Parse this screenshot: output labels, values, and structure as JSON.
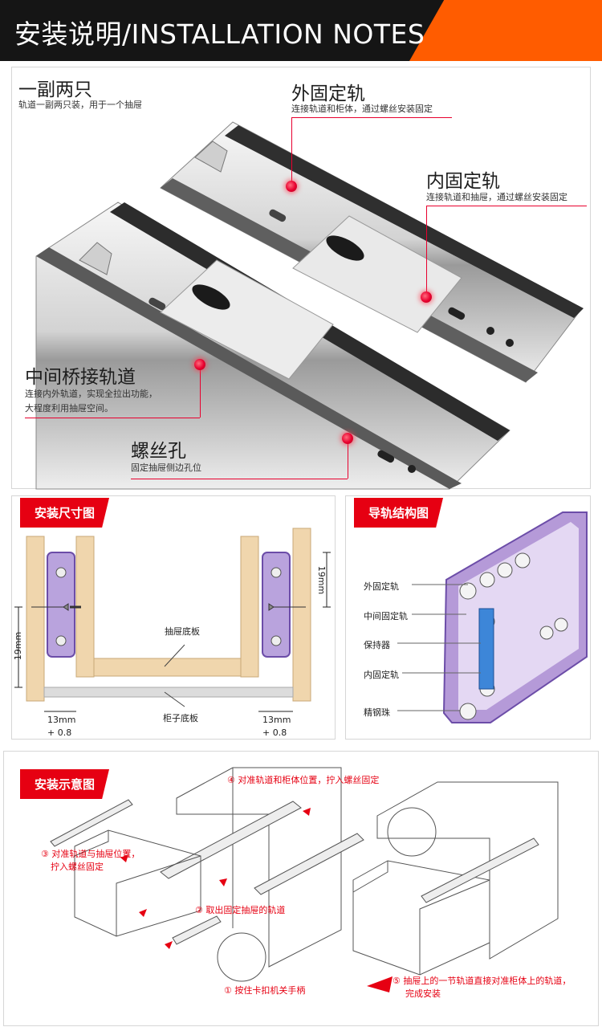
{
  "header": {
    "title": "安装说明/INSTALLATION NOTES",
    "accent_color": "#ff5c00"
  },
  "hero": {
    "callouts": [
      {
        "title": "一副两只",
        "desc": [
          "轨道一副两只装，用于一个抽屉"
        ]
      },
      {
        "title": "外固定轨",
        "desc": [
          "连接轨道和柜体，通过螺丝安装固定"
        ]
      },
      {
        "title": "内固定轨",
        "desc": [
          "连接轨道和抽屉，通过螺丝安装固定"
        ]
      },
      {
        "title": "中间桥接轨道",
        "desc": [
          "连接内外轨道，实现全拉出功能，",
          "大程度利用抽屉空间。"
        ]
      },
      {
        "title": "螺丝孔",
        "desc": [
          "固定抽屉侧边孔位"
        ]
      }
    ]
  },
  "dimensions": {
    "tag": "安装尺寸图",
    "labels": {
      "drawer_bottom": "抽屉底板",
      "cabinet_bottom": "柜子底板",
      "height_left": "19mm",
      "height_right": "19mm",
      "gap_left": "13mm",
      "gap_right": "13mm",
      "tol_left": "+ 0.8",
      "tol_right": "+ 0.8"
    }
  },
  "structure": {
    "tag": "导轨结构图",
    "parts": [
      "外固定轨",
      "中间固定轨",
      "保持器",
      "内固定轨",
      "精钢珠"
    ]
  },
  "install": {
    "tag": "安装示意图",
    "steps": {
      "s4": "④ 对准轨道和柜体位置，拧入螺丝固定",
      "s3a": "③ 对准轨道与抽屉位置，",
      "s3b": "拧入螺丝固定",
      "s2": "② 取出固定抽屉的轨道",
      "s1": "① 按住卡扣机关手柄",
      "s5a": "⑤ 抽屉上的一节轨道直接对准柜体上的轨道，",
      "s5b": "完成安装"
    }
  },
  "colors": {
    "brand_red": "#e60012",
    "wood": "#f0d6ad",
    "rail_purple": "#8f6fc4"
  }
}
